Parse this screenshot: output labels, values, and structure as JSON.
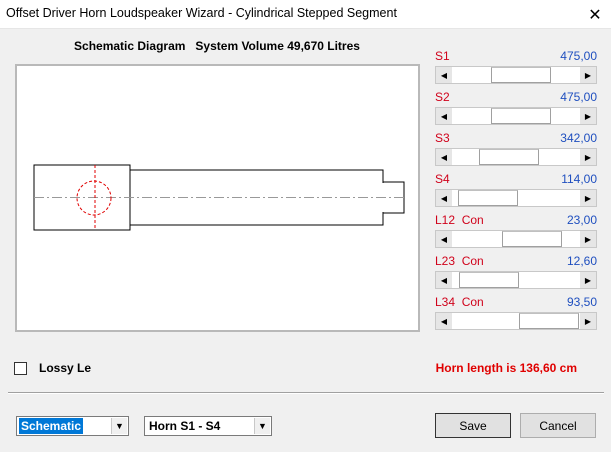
{
  "window": {
    "title": "Offset Driver Horn Loudspeaker Wizard - Cylindrical Stepped Segment",
    "close_glyph": "✕"
  },
  "schematic": {
    "heading": "Schematic Diagram",
    "volume": "System Volume 49,670 Litres"
  },
  "params": [
    {
      "label": "S1",
      "value": "475,00",
      "position": 0.56
    },
    {
      "label": "S2",
      "value": "475,00",
      "position": 0.56
    },
    {
      "label": "S3",
      "value": "342,00",
      "position": 0.38
    },
    {
      "label": "S4",
      "value": "114,00",
      "position": 0.08
    },
    {
      "label": "L12  Con",
      "value": "23,00",
      "position": 0.72
    },
    {
      "label": "L23  Con",
      "value": "12,60",
      "position": 0.1
    },
    {
      "label": "L34  Con",
      "value": "93,50",
      "position": 0.95
    }
  ],
  "lossy": {
    "label": "Lossy Le",
    "checked": false
  },
  "horn_length": "Horn length is 136,60 cm",
  "view_select": {
    "value": "Schematic"
  },
  "horn_select": {
    "value": "Horn S1 - S4"
  },
  "buttons": {
    "save": "Save",
    "cancel": "Cancel"
  },
  "icons": {
    "scroll_left": "◀",
    "scroll_right": "▶",
    "dropdown": "▼"
  },
  "colors": {
    "param_label": "#d0021b",
    "param_value": "#1f4fbf",
    "horn_length": "#e00000",
    "selection": "#0078d7",
    "driver_circle": "#e00000"
  }
}
